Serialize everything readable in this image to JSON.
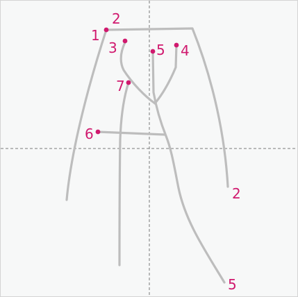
{
  "colors": {
    "accent": "#d0196e",
    "stroke": "#bdbdbd",
    "guide": "#7a7a7a",
    "background": "#f7f8f8"
  },
  "stroke_numbers": {
    "s1": "1",
    "s2_start": "2",
    "s2_end": "2",
    "s3": "3",
    "s4": "4",
    "s5_start": "5",
    "s5_end": "5",
    "s6": "6",
    "s7": "7"
  }
}
